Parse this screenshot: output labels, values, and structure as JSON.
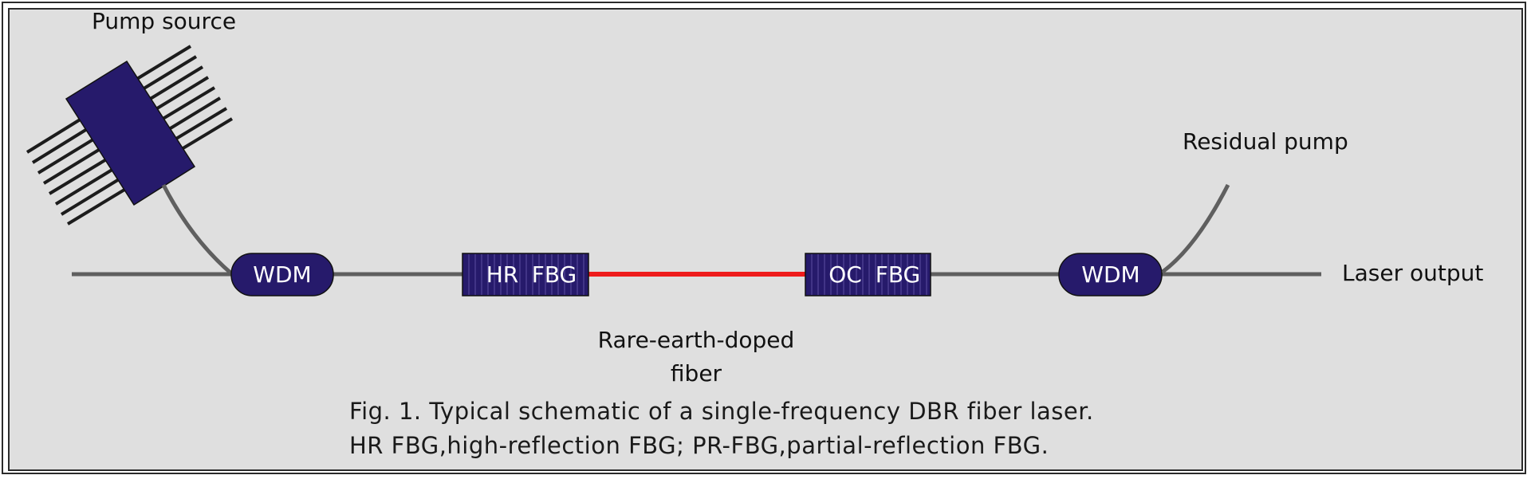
{
  "labels": {
    "pump_source": "Pump source",
    "residual_pump": "Residual pump",
    "laser_output": "Laser output",
    "fiber_line1": "Rare-earth-doped",
    "fiber_line2": "fiber"
  },
  "components": {
    "wdm_left": "WDM",
    "wdm_right": "WDM",
    "hr_fbg_a": "HR",
    "hr_fbg_b": "FBG",
    "oc_fbg_a": "OC",
    "oc_fbg_b": "FBG"
  },
  "caption": {
    "line1": "Fig. 1. Typical schematic of a single-frequency DBR fiber laser.",
    "line2": "HR FBG,high-reflection FBG; PR-FBG,partial-reflection FBG."
  },
  "colors": {
    "background": "#dfdfdf",
    "component_fill": "#261a6b",
    "fiber": "#5f5f5f",
    "doped_fiber": "#ee1c1c"
  }
}
